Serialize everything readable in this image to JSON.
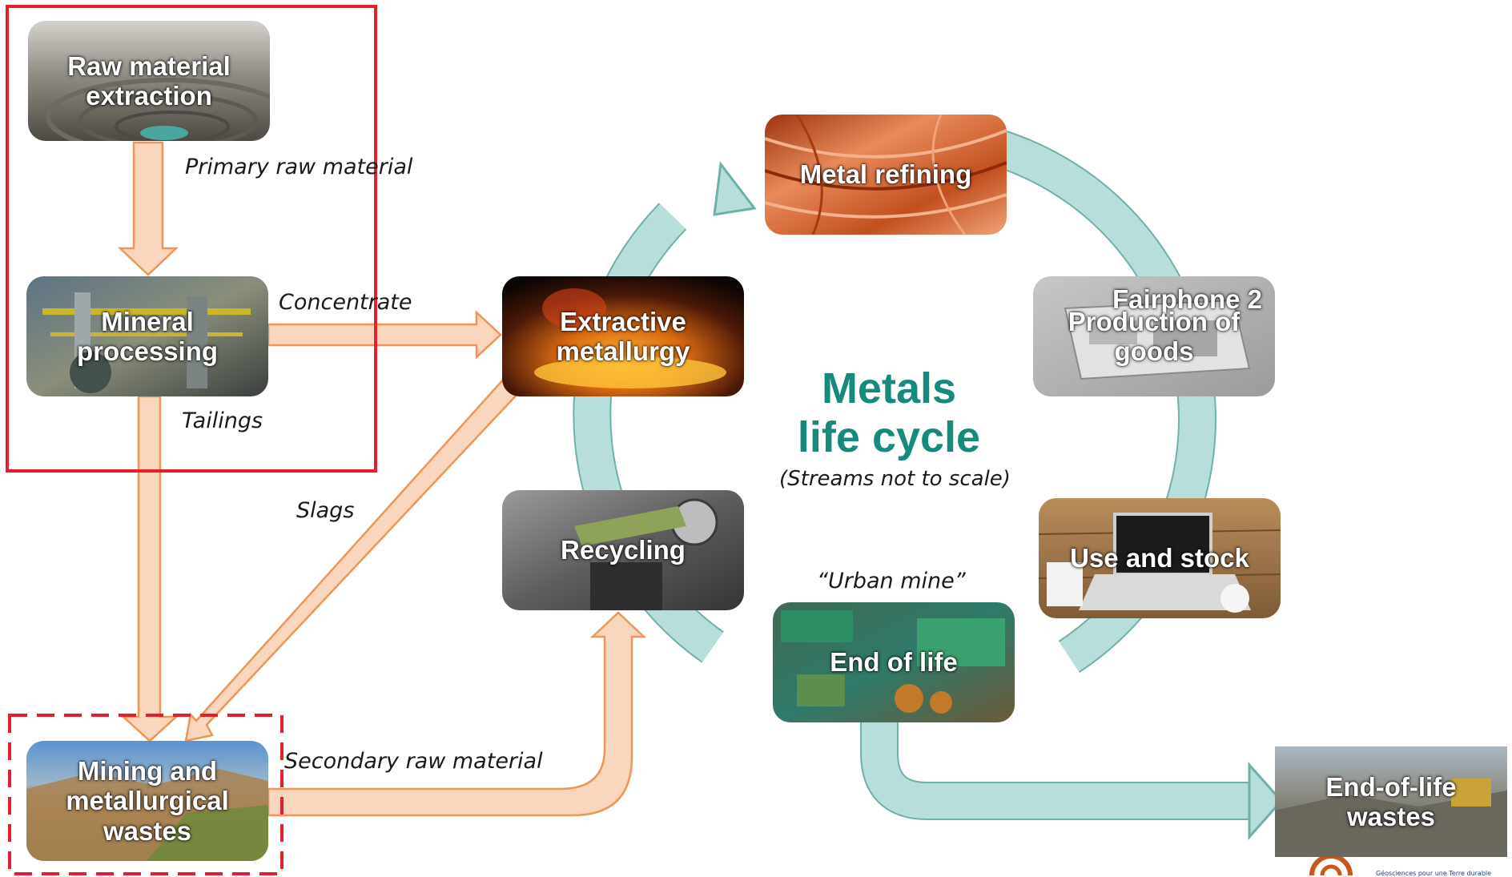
{
  "nodes": {
    "raw_extraction": "Raw material\nextraction",
    "mineral_processing": "Mineral\nprocessing",
    "extractive_metallurgy": "Extractive\nmetallurgy",
    "metal_refining": "Metal refining",
    "production": "Production of\ngoods",
    "use_stock": "Use and stock",
    "end_of_life": "End of life",
    "recycling": "Recycling",
    "mining_wastes": "Mining and\nmetallurgical\nwastes",
    "eol_wastes": "End-of-life\nwastes"
  },
  "flow_labels": {
    "primary": "Primary raw material",
    "concentrate": "Concentrate",
    "tailings": "Tailings",
    "slags": "Slags",
    "secondary": "Secondary raw material",
    "urban_mine": "“Urban mine”"
  },
  "center": {
    "title_line1": "Metals",
    "title_line2": "life cycle",
    "subtitle": "(Streams not to scale)"
  },
  "photo_text": {
    "fairphone": "Fairphone 2"
  },
  "footer_text": "Géosciences pour une Terre durable",
  "colors": {
    "accent_title": "#178a7e",
    "cycle_fill": "#b8dedb",
    "cycle_stroke": "#6fb0aa",
    "flow_fill": "#f9d6bd",
    "flow_stroke": "#ef9557",
    "highlight_red": "#e3202b"
  }
}
